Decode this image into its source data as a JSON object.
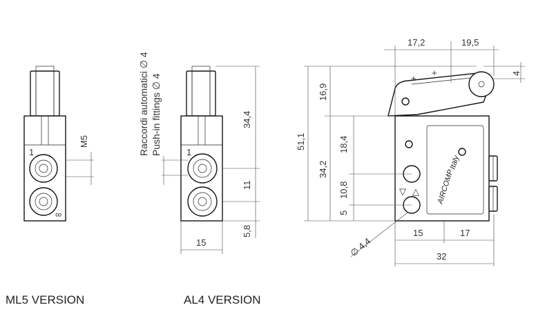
{
  "captions": {
    "ml5": "ML5 VERSION",
    "al4": "AL4 VERSION"
  },
  "labels": {
    "thread": "M5",
    "fittings_it": "Raccordi automatici ∅ 4",
    "fittings_en": "Push-in fittings ∅ 4",
    "brand": "AIRCOMP",
    "brand_sub": "Italy"
  },
  "dimensions": {
    "ml5_port_offset": "",
    "al4_height": "34,4",
    "al4_port_gap": "11",
    "al4_bottom": "5,8",
    "al4_width": "15",
    "side_lever_upper": "17,2",
    "side_lever_right": "19,5",
    "side_lever_top": "4",
    "side_lever_height": "16,9",
    "side_total_height": "51,1",
    "side_body_height": "34,2",
    "side_upper_port": "18,4",
    "side_port_gap": "10,8",
    "side_lower_port": "5",
    "side_hole": "∅ 4,4",
    "side_left_width": "15",
    "side_right_width": "17",
    "side_total_width": "32"
  },
  "port_marks": {
    "port_1": "1"
  }
}
